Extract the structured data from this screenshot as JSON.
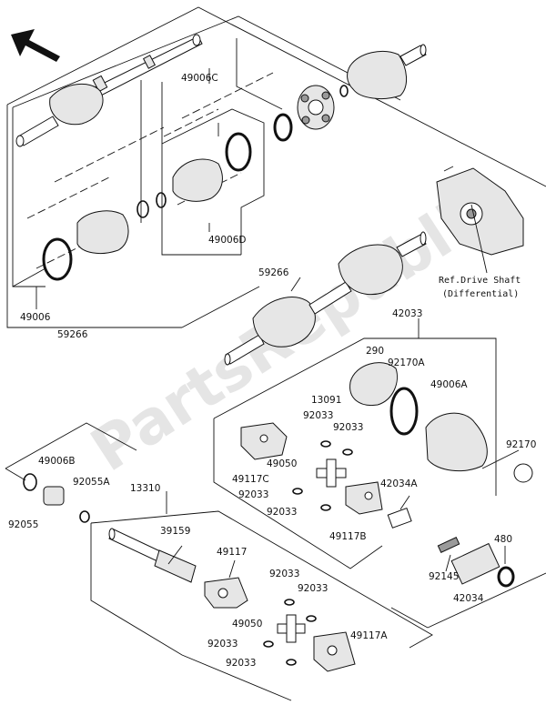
{
  "watermark": "PartsRepublik",
  "labels": {
    "p49006C": "49006C",
    "p49006D": "49006D",
    "p49006": "49006",
    "p59266_box": "59266",
    "p59266_shaft": "59266",
    "ref_line1": "Ref.Drive Shaft",
    "ref_line2": "(Differential)",
    "p42033": "42033",
    "p290": "290",
    "p92170A": "92170A",
    "p49006A": "49006A",
    "p13091": "13091",
    "p92033_a": "92033",
    "p92033_b": "92033",
    "p92033_c": "92033",
    "p92033_d": "92033",
    "p49117C": "49117C",
    "p49050_a": "49050",
    "p42034A": "42034A",
    "p49117B": "49117B",
    "p92170": "92170",
    "p49006B": "49006B",
    "p92055A": "92055A",
    "p13310": "13310",
    "p92055": "92055",
    "p39159": "39159",
    "p49117": "49117",
    "p92033_e": "92033",
    "p92033_f": "92033",
    "p49050_b": "49050",
    "p49117A": "49117A",
    "p92033_g": "92033",
    "p92033_h": "92033",
    "p92145": "92145",
    "p480": "480",
    "p42034": "42034"
  },
  "icons": {
    "front_arrow": "front-direction-arrow"
  }
}
